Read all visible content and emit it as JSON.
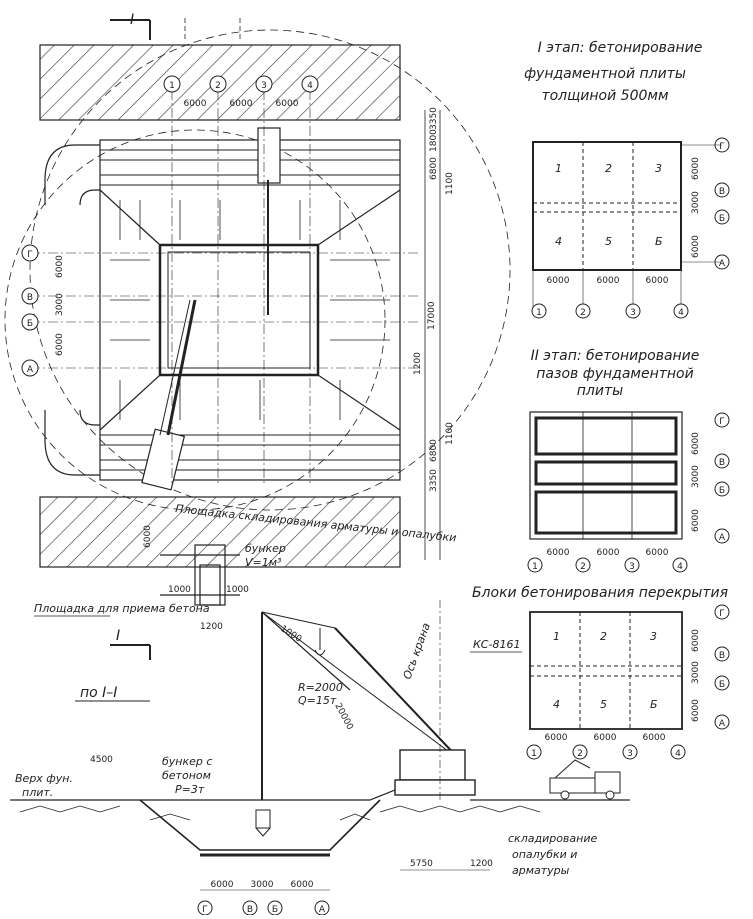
{
  "plan_marker": "I",
  "section_marker": "I",
  "section_title": "по I–I",
  "plan": {
    "axes_top": [
      "1",
      "2",
      "3",
      "4"
    ],
    "axes_left": [
      "Г",
      "В",
      "Б",
      "А"
    ],
    "dims_top": [
      "6000",
      "6000",
      "6000"
    ],
    "dims_left": [
      "6000",
      "3000",
      "6000"
    ],
    "dims_right_upper": [
      "3350",
      "1800",
      "6800",
      "1100"
    ],
    "dims_right_lower": [
      "1100",
      "6800",
      "3350"
    ],
    "dim_17000": "17000",
    "dim_1200": "1200",
    "dim_1200b": "1200",
    "storage_label": "Площадка складирования арматуры и опалубки",
    "bunker_label": "бункер",
    "bunker_vol": "V=1м³",
    "small_dims": [
      "1000",
      "1000",
      "6000",
      "1200"
    ],
    "reception_label": "Площадка для приема бетона"
  },
  "stage1": {
    "title_line1": "I этап: бетонирование",
    "title_line2": "фундаментной плиты",
    "title_line3": "толщиной 500мм",
    "blocks": [
      "1",
      "2",
      "3",
      "4",
      "5",
      "Б"
    ],
    "axes_bottom": [
      "1",
      "2",
      "3",
      "4"
    ],
    "axes_right": [
      "Г",
      "В",
      "Б",
      "А"
    ],
    "dims_bottom": [
      "6000",
      "6000",
      "6000"
    ],
    "dims_right": [
      "6000",
      "3000",
      "6000"
    ]
  },
  "stage2": {
    "title_line1": "II этап: бетонирование",
    "title_line2": "пазов фундаментной",
    "title_line3": "плиты",
    "axes_bottom": [
      "1",
      "2",
      "3",
      "4"
    ],
    "axes_right": [
      "Г",
      "В",
      "Б",
      "А"
    ],
    "dims_bottom": [
      "6000",
      "6000",
      "6000"
    ],
    "dims_right": [
      "6000",
      "3000",
      "6000"
    ]
  },
  "stage3": {
    "title": "Блоки бетонирования перекрытия",
    "blocks": [
      "1",
      "2",
      "3",
      "4",
      "5",
      "Б"
    ],
    "axes_bottom": [
      "1",
      "2",
      "3",
      "4"
    ],
    "axes_right": [
      "Г",
      "В",
      "Б",
      "А"
    ],
    "dims_bottom": [
      "6000",
      "6000",
      "6000"
    ],
    "dims_right": [
      "6000",
      "3000",
      "6000"
    ]
  },
  "section": {
    "crane_model": "КС-8161",
    "crane_axis": "Ось крана",
    "boom_1000": "1000",
    "radius": "R=2000",
    "load": "Q=15т",
    "boom_len": "20000",
    "dim_4500": "4500",
    "top_slab_line1": "Верх фун.",
    "top_slab_line2": "плит.",
    "bunker_line1": "бункер с",
    "bunker_line2": "бетоном",
    "bunker_line3": "P=3т",
    "storage_line1": "складирование",
    "storage_line2": "опалубки и",
    "storage_line3": "арматуры",
    "dim_5750": "5750",
    "dim_1200": "1200",
    "bottom_dims": [
      "6000",
      "3000",
      "6000"
    ],
    "bottom_axes": [
      "Г",
      "В",
      "Б",
      "А"
    ]
  }
}
